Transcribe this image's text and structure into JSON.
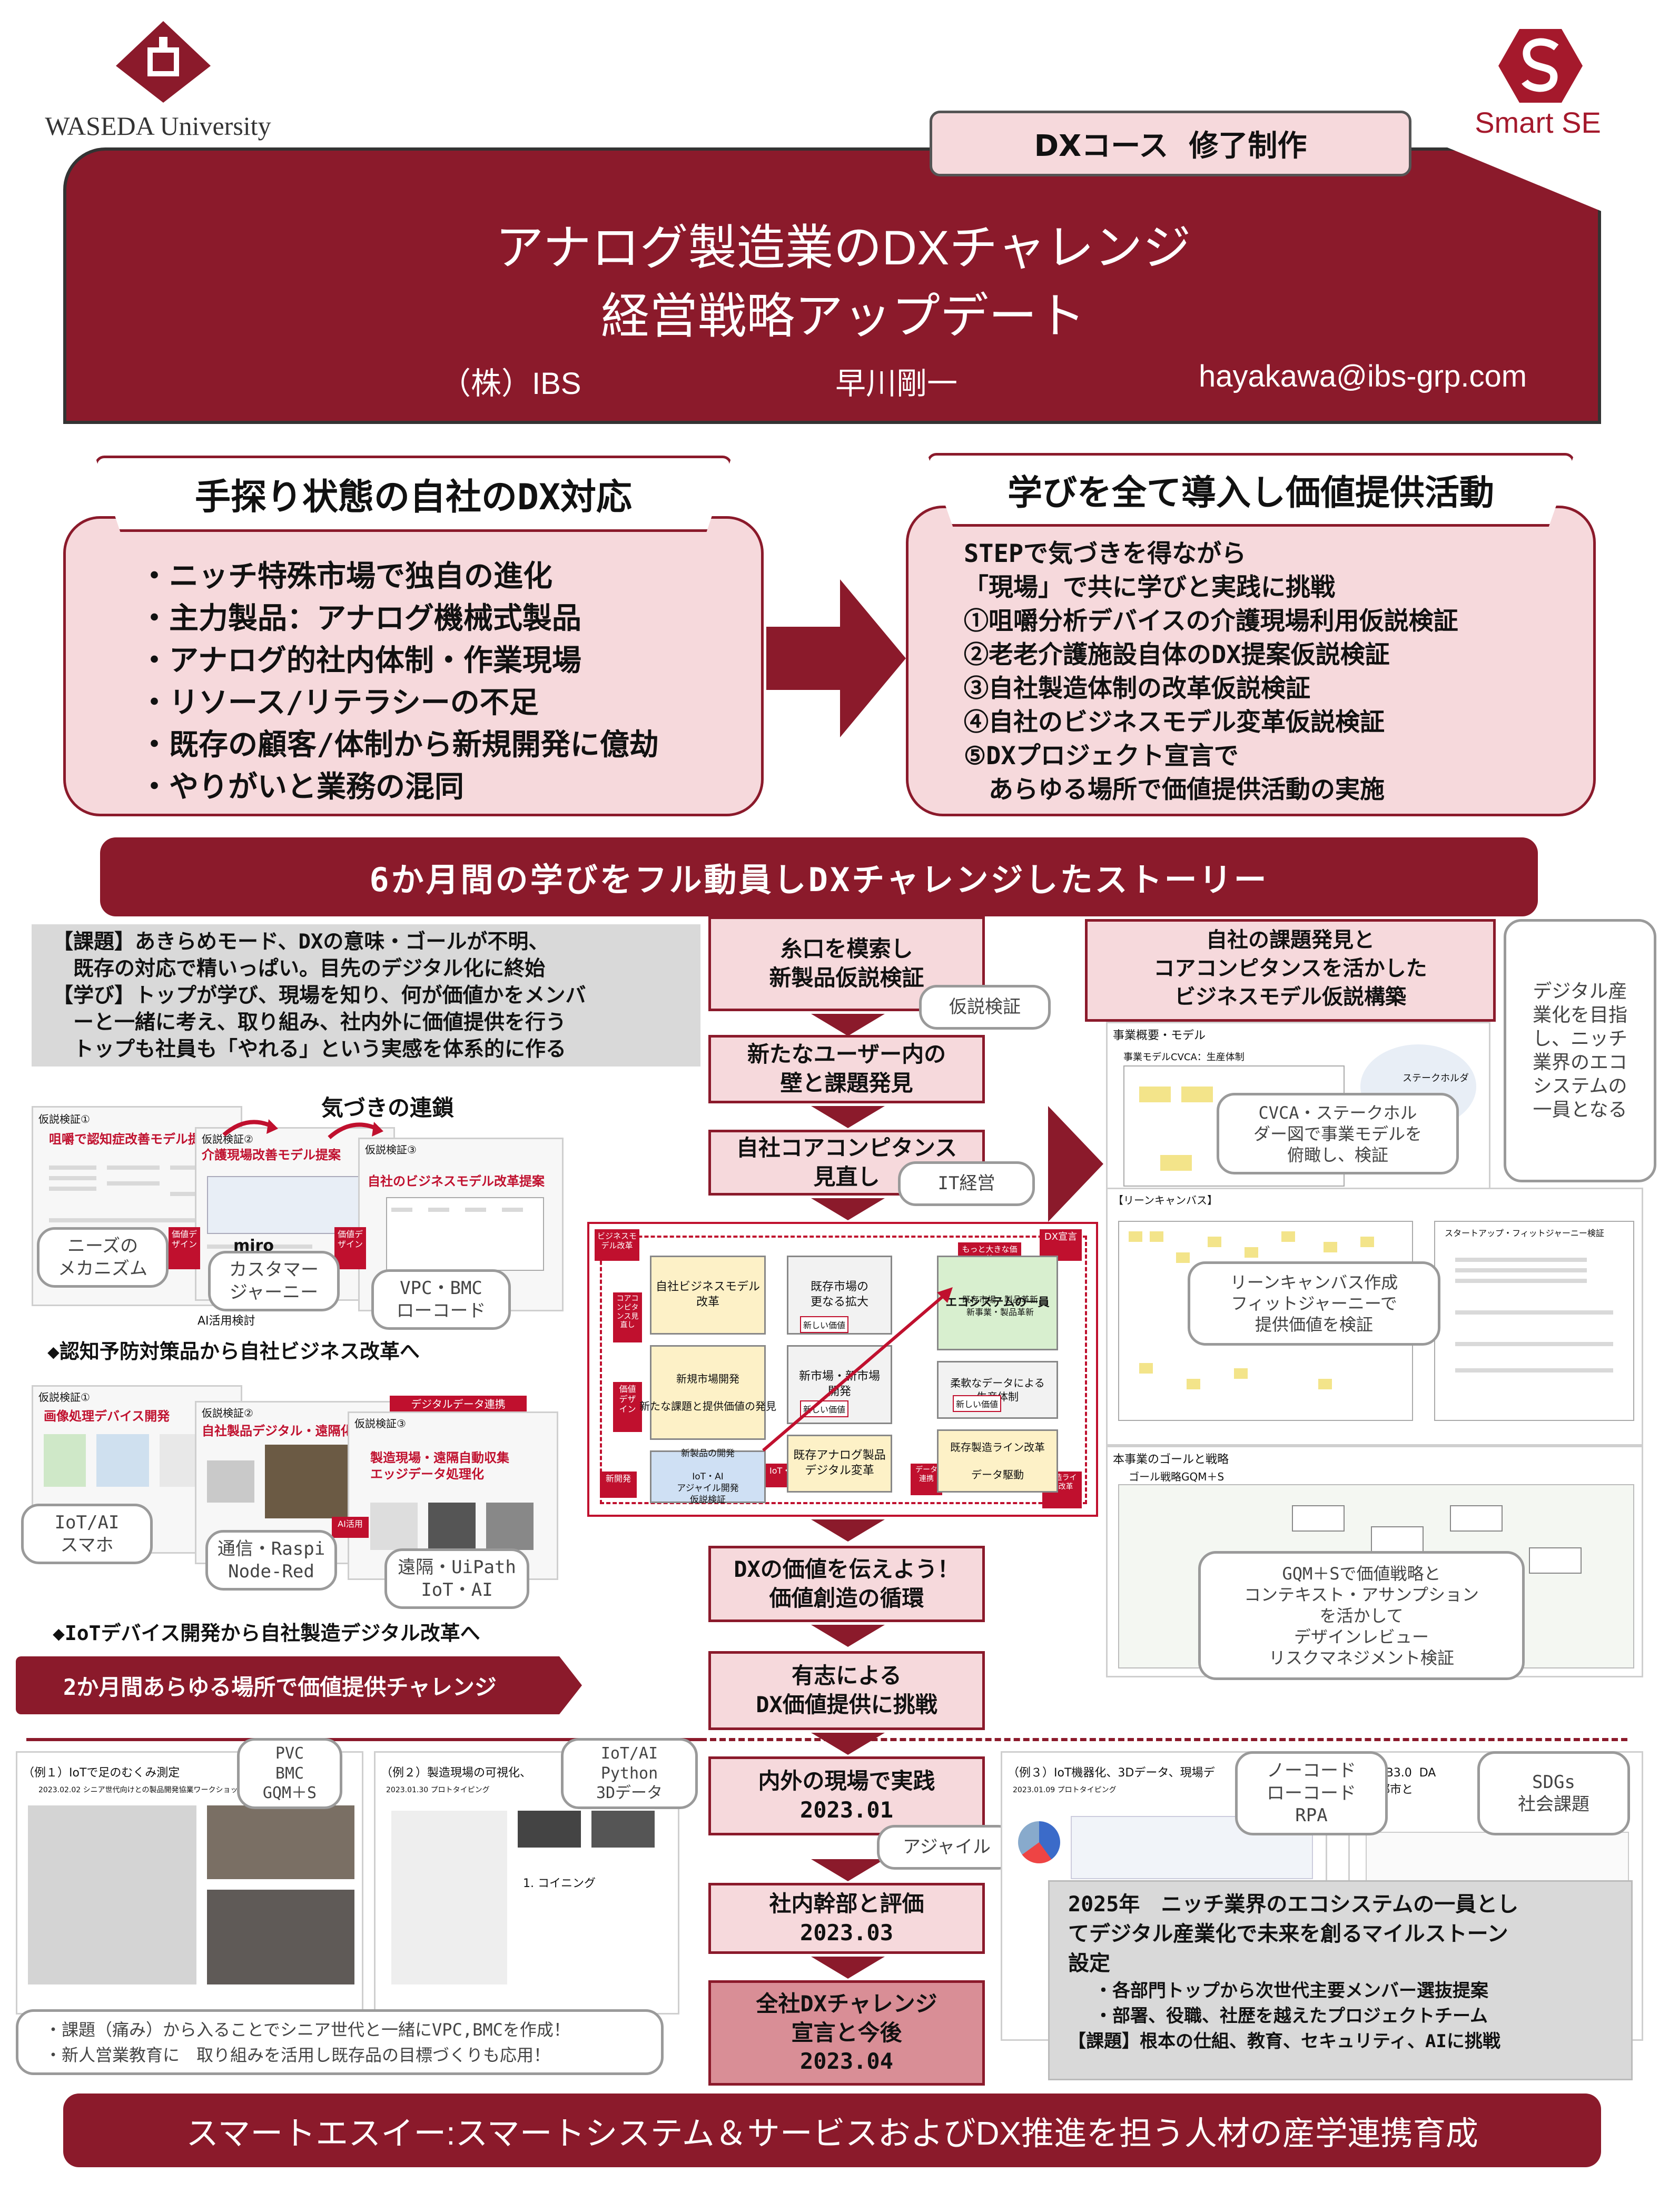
{
  "header": {
    "university_logo_text": "WASEDA University",
    "smartse_logo_text": "Smart SE",
    "course_tab": "DXコース  修了制作"
  },
  "title": {
    "line1": "アナログ製造業のDXチャレンジ",
    "line2": "経営戦略アップデート",
    "company": "（株）IBS",
    "author": "早川剛一",
    "email": "hayakawa@ibs-grp.com"
  },
  "left_panel": {
    "heading": "手探り状態の自社のDX対応",
    "items": [
      "・ニッチ特殊市場で独自の進化",
      "・主力製品：アナログ機械式製品",
      "・アナログ的社内体制・作業現場",
      "・リソース/リテラシーの不足",
      "・既存の顧客/体制から新規開発に億劫",
      "・やりがいと業務の混同"
    ]
  },
  "right_panel": {
    "heading": "学びを全て導入し価値提供活動",
    "items": [
      "STEPで気づきを得ながら",
      "「現場」で共に学びと実践に挑戦",
      "①咀嚼分析デバイスの介護現場利用仮説検証",
      "②老老介護施設自体のDX提案仮説検証",
      "③自社製造体制の改革仮説検証",
      "④自社のビジネスモデル変革仮説検証",
      "⑤DXプロジェクト宣言で",
      "　あらゆる場所で価値提供活動の実施"
    ]
  },
  "story_banner": "6か月間の学びをフル動員しDXチャレンジしたストーリー",
  "issue_box": {
    "lines": [
      "【課題】あきらめモード、DXの意味・ゴールが不明、",
      "　既存の対応で精いっぱい。目先のデジタル化に終始",
      "【学び】トップが学び、現場を知り、何が価値かをメンバ",
      "　ーと一緒に考え、取り組み、社内外に価値提供を行う",
      "　トップも社員も「やれる」という実感を体系的に作る"
    ]
  },
  "awareness": {
    "title": "気づきの連鎖",
    "hypo1_label": "仮説検証①",
    "hypo1_title": "咀嚼で認知症改善モデル提案",
    "hypo2_label": "仮説検証②",
    "hypo2_title": "介護現場改善モデル提案",
    "hypo3_label": "仮説検証③",
    "hypo3_title": "自社のビジネスモデル改革提案",
    "value_design": "価値デザイン",
    "miro": "miro",
    "ai_study": "AI活用検討",
    "callout_needs": "ニーズの\nメカニズム",
    "callout_journey": "カスタマー\nジャーニー",
    "callout_vpc": "VPC・BMC\nローコード",
    "caption1": "◆認知予防対策品から自社ビジネス改革へ"
  },
  "iot": {
    "hypo1_label": "仮説検証①",
    "hypo1_title": "画像処理デバイス開発",
    "hypo2_label": "仮説検証②",
    "hypo2_title": "自社製品デジタル・遠隔化",
    "digital_tag": "デジタルデータ連携",
    "hypo3_label": "仮説検証③",
    "hypo3_title": "製造現場・遠隔自動収集\nエッジデータ処理化",
    "ai_tag": "AI活用",
    "callout_iot": "IoT/AI\nスマホ",
    "callout_comm": "通信・Raspi\nNode-Red",
    "callout_remote": "遠隔・UiPath\nIoT・AI",
    "caption2": "◆IoTデバイス開発から自社製造デジタル改革へ"
  },
  "flow": {
    "steps": [
      "糸口を模索し\n新製品仮説検証",
      "新たなユーザー内の\n壁と課題発見",
      "自社コアコンピタンス\n見直し",
      "DXの価値を伝えよう！\n価値創造の循環",
      "有志による\nDX価値提供に挑戦",
      "内外の現場で実践\n2023.01",
      "社内幹部と評価\n2023.03",
      "全社DXチャレンジ\n宣言と今後\n2023.04"
    ],
    "callout_hypothesis": "仮説検証",
    "callout_it": "IT経営",
    "callout_agile": "アジャイル"
  },
  "matrix": {
    "corner_left": "ビジネスモデル改革",
    "corner_right": "DX宣言",
    "cells": [
      "自社ビジネスモデル\n改革",
      "既存市場の\n更なる拡大",
      "エコシステムの一員",
      "新規市場開発\n\n新たな課題と提供価値の発見",
      "新市場・新市場\n開発",
      "柔軟なデータによる\n生産体制",
      "新製品の開発\n\nIoT・AI\nアジャイル開発\n仮説検証",
      "既存アナログ製品\nデジタル変革",
      "既存製造ライン改革\n\nデータ駆動"
    ],
    "tag_core": "コアコンピタンス見直し",
    "tag_value": "価値デザイン",
    "tag_new": "新開発",
    "tag_ai": "IoT・AI",
    "tag_data": "データ連携",
    "tag_line": "製造ライン改革",
    "tag_big": "もっと大きな価値",
    "tag_newval": "新しい価値",
    "tag_eco": "既存市場・製品革新\n新事業・製品革新"
  },
  "right_col": {
    "heading": "自社の課題発見と\nコアコンピタンスを活かした\nビジネスモデル仮説構築",
    "vision": "デジタル産\n業化を目指\nし、ニッチ\n業界のエコ\nシステムの\n一員となる",
    "model_title": "事業概要・モデル",
    "model_sub": "事業モデルCVCA：生産体制",
    "stakeholder": "ステークホルダ",
    "callout_cvca": "CVCA・ステークホル\nダー図で事業モデルを\n俯瞰し、検証",
    "lean_title": "【リーンキャンバス】",
    "startup_title": "スタートアップ・フィットジャーニー検証",
    "callout_lean": "リーンキャンバス作成\nフィットジャーニーで\n提供価値を検証",
    "goal_title": "本事業のゴールと戦略",
    "goal_sub": "ゴール戦略GQM＋S",
    "callout_gqm": "GQM＋Sで価値戦略と\nコンテキスト・アサンプション\nを活かして\nデザインレビュー\nリスクマネジメント検証"
  },
  "challenge_banner": "2か月間あらゆる場所で価値提供チャレンジ",
  "examples": {
    "ex1_title": "（例１）IoTで足のむくみ測定",
    "ex1_sub": "2023.02.02  シニア世代向けとの製品開発協業ワークショップ",
    "ex1_callout": "PVC\nBMC\nGQM＋S",
    "ex2_title": "（例２）製造現場の可視化、",
    "ex2_sub": "2023.01.30  プロトタイピング",
    "ex2_callout": "IoT/AI\nPython\n3Dデータ",
    "ex2_item": "1. コイニング",
    "ex3_title": "（例３）IoT機器化、3Dデータ、現場デ",
    "ex3_sub": "2023.01.09  プロトタイピング",
    "ex3_callout": "ノーコード\nローコード\nRPA",
    "ex4_title": "）WEB3.0  DA\n地方都市と",
    "ex4_callout": "SDGs\n社会課題",
    "notes": [
      "・課題（痛み）から入ることでシニア世代と一緒にVPC,BMCを作成！",
      "・新人営業教育に　取り組みを活用し既存品の目標づくりも応用！"
    ]
  },
  "milestone": {
    "title": "2025年　ニッチ業界のエコシステムの一員とし\nてデジタル産業化で未来を創るマイルストーン\n設定",
    "items": [
      "・各部門トップから次世代主要メンバー選抜提案",
      "・部署、役職、社歴を越えたプロジェクトチーム",
      "【課題】根本の仕組、教育、セキュリティ、AIに挑戦"
    ]
  },
  "footer": "スマートエスイー:スマートシステム＆サービスおよびDX推進を担う人材の産学連携育成"
}
